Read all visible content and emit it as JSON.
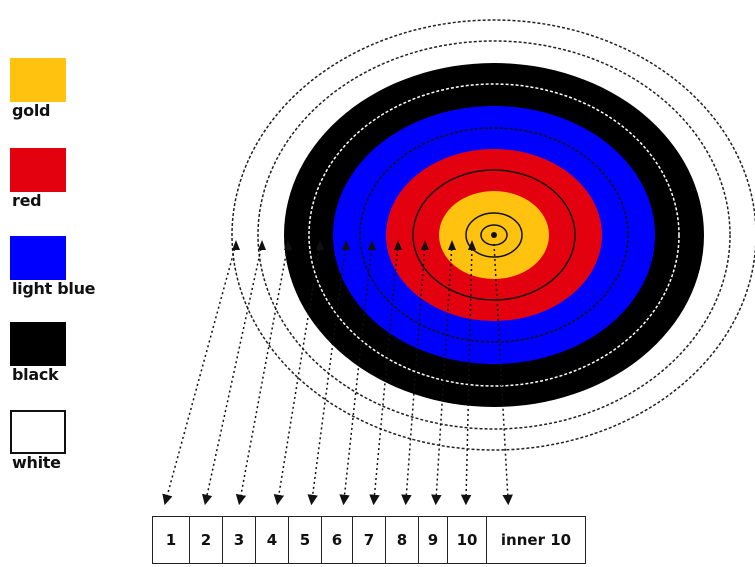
{
  "legend": [
    {
      "label": "gold",
      "color": "#FFC20E"
    },
    {
      "label": "red",
      "color": "#E3000F"
    },
    {
      "label": "light blue",
      "color": "#0000FF"
    },
    {
      "label": "black",
      "color": "#000000"
    },
    {
      "label": "white",
      "color": "#FFFFFF"
    }
  ],
  "score_zones": [
    "1",
    "2",
    "3",
    "4",
    "5",
    "6",
    "7",
    "8",
    "9",
    "10",
    "inner 10"
  ]
}
